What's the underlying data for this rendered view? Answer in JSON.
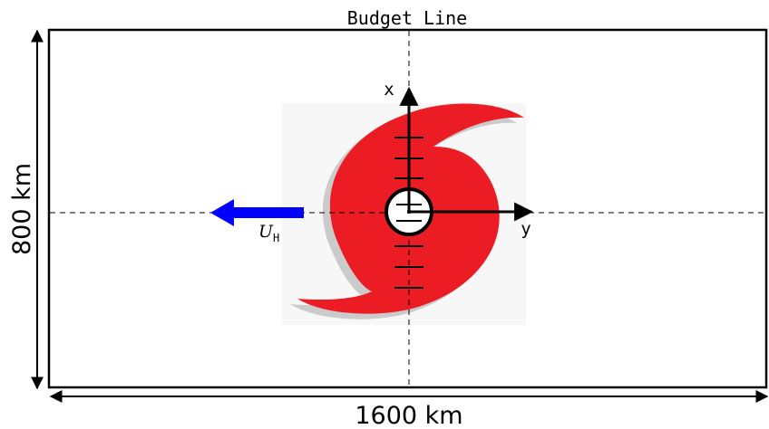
{
  "title": "Budget Line",
  "width_label": "1600 km",
  "height_label": "800 km",
  "axis_x_label": "x",
  "axis_y_label": "y",
  "motion_label_main": "U",
  "motion_label_sub": "H",
  "colors": {
    "storm": "#ec1c24",
    "storm_shadow": "#c8c8c8",
    "motion_arrow": "#0000ff",
    "lines": "#000000"
  }
}
